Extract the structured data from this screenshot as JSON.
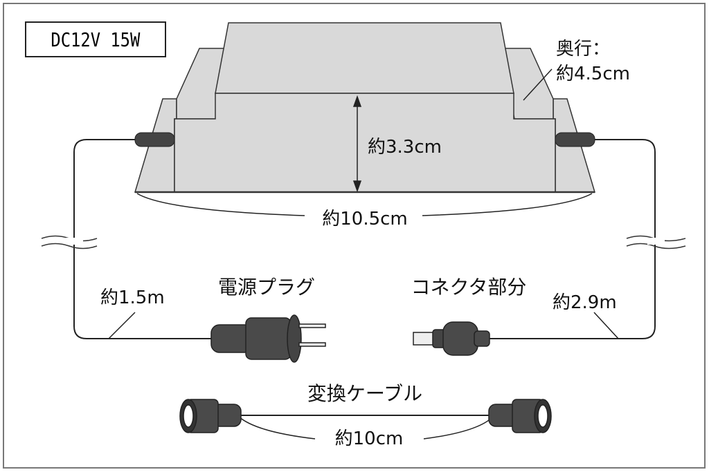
{
  "spec_label": "DC12V 15W",
  "dimensions": {
    "depth_label": "奥行：",
    "depth_value": "約4.5cm",
    "height": "約3.3cm",
    "width": "約10.5cm"
  },
  "cords": {
    "left_length": "約1.5m",
    "right_length": "約2.9m"
  },
  "parts": {
    "plug": "電源プラグ",
    "connector": "コネクタ部分"
  },
  "adapter_cable": {
    "title": "変換ケーブル",
    "length": "約10cm"
  },
  "colors": {
    "body": "#d9d9d9",
    "dark": "#444444",
    "line": "#222222"
  }
}
